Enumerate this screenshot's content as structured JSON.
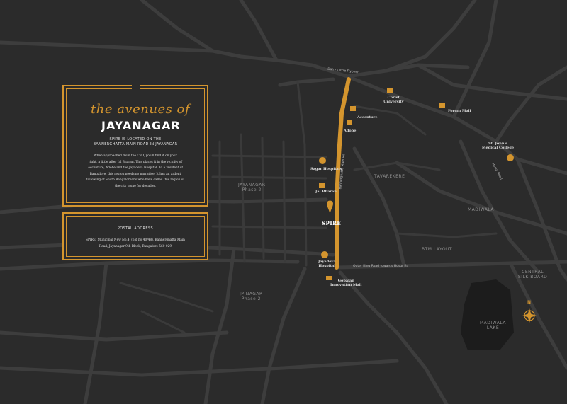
{
  "colors": {
    "background": "#2b2b2b",
    "road": "#3d3d3d",
    "accent": "#d4952e",
    "lake": "#1c1c1c"
  },
  "intro_panel": {
    "script_title": "the avenues of",
    "title": "JAYANAGAR",
    "subtitle_line1": "SPIRE IS LOCATED ON THE",
    "subtitle_line2": "BANNERGHATTA MAIN ROAD IN JAYANAGAR",
    "body_lines": [
      "When approached from the CBD, you'll find it on your",
      "right, a little after Jal Bharan. This places it in the vicinity of",
      "Accenture, Adobe and the Jayadeva Hospital. To a resident of",
      "Bangalore, this region needs no narrative. It has an ardent",
      "following of South Bangaloreans who have called this region of",
      "the city home for decades."
    ]
  },
  "address_panel": {
    "heading": "POSTAL ADDRESS",
    "line1": "SPIRE, Municipal New No.4, (old no 40/48), Bannerghatta Main",
    "line2": "Road, Jayanagar 9th Block, Bangalore 560 029"
  },
  "map": {
    "areas": {
      "jayanagar": "JAYANAGAR",
      "jayanagar_phase": "Phase 2",
      "jp_nagar": "JP NAGAR",
      "jp_nagar_phase": "Phase 2",
      "tavarekere": "TAVAREKERE",
      "madiwala": "MADIWALA",
      "btm_layout": "BTM LAYOUT",
      "central_silk_board_1": "CENTRAL",
      "central_silk_board_2": "SILK BOARD",
      "madiwala_lake_1": "MADIWALA",
      "madiwala_lake_2": "LAKE"
    },
    "roads": {
      "dairy_circle": "Dairy Circle Flyover",
      "bannerghatta": "Bannerghatta Main Rd",
      "outer_ring": "Outer Ring Road towards Hosur Rd",
      "hosur": "Hosur Road"
    },
    "pois": {
      "accenture": "Accenture",
      "adobe": "Adobe",
      "christ_1": "Christ",
      "christ_2": "University",
      "forum": "Forum Mall",
      "st_johns_1": "St. John's",
      "st_johns_2": "Medical College",
      "sagar": "Sagar Hospitals",
      "jal_bharan": "Jal Bharan",
      "spire": "SPIRE",
      "jayadeva_1": "Jayadeva",
      "jayadeva_2": "Hospital",
      "gopalan_1": "Gopalan",
      "gopalan_2": "Innovation Mall"
    },
    "compass_label": "N"
  }
}
